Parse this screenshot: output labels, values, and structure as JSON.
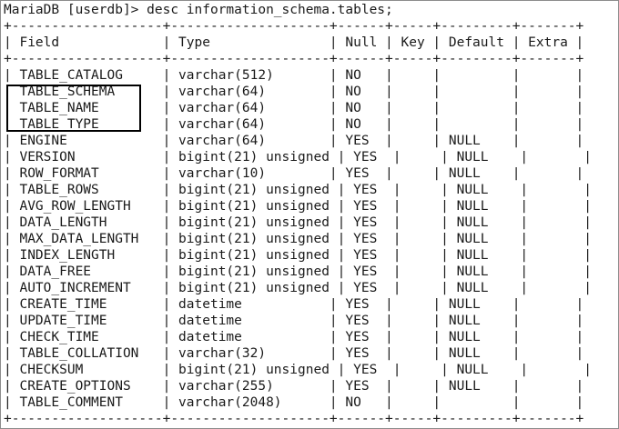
{
  "terminal": {
    "prompt_line": "MariaDB [userdb]> desc information_schema.tables;",
    "separator": "+-------------------+--------------------+------+-----+---------+-------+",
    "header": "| Field             | Type               | Null | Key | Default | Extra |",
    "rows": [
      "| TABLE_CATALOG     | varchar(512)       | NO   |     |         |       |",
      "| TABLE_SCHEMA      | varchar(64)        | NO   |     |         |       |",
      "| TABLE_NAME        | varchar(64)        | NO   |     |         |       |",
      "| TABLE_TYPE        | varchar(64)        | NO   |     |         |       |",
      "| ENGINE            | varchar(64)        | YES  |     | NULL    |       |",
      "| VERSION           | bigint(21) unsigned | YES  |     | NULL    |       |",
      "| ROW_FORMAT        | varchar(10)        | YES  |     | NULL    |       |",
      "| TABLE_ROWS        | bigint(21) unsigned | YES  |     | NULL    |       |",
      "| AVG_ROW_LENGTH    | bigint(21) unsigned | YES  |     | NULL    |       |",
      "| DATA_LENGTH       | bigint(21) unsigned | YES  |     | NULL    |       |",
      "| MAX_DATA_LENGTH   | bigint(21) unsigned | YES  |     | NULL    |       |",
      "| INDEX_LENGTH      | bigint(21) unsigned | YES  |     | NULL    |       |",
      "| DATA_FREE         | bigint(21) unsigned | YES  |     | NULL    |       |",
      "| AUTO_INCREMENT    | bigint(21) unsigned | YES  |     | NULL    |       |",
      "| CREATE_TIME       | datetime           | YES  |     | NULL    |       |",
      "| UPDATE_TIME       | datetime           | YES  |     | NULL    |       |",
      "| CHECK_TIME        | datetime           | YES  |     | NULL    |       |",
      "| TABLE_COLLATION   | varchar(32)        | YES  |     | NULL    |       |",
      "| CHECKSUM          | bigint(21) unsigned | YES  |     | NULL    |       |",
      "| CREATE_OPTIONS    | varchar(255)       | YES  |     | NULL    |       |",
      "| TABLE_COMMENT     | varchar(2048)      | NO   |     |         |       |"
    ]
  }
}
